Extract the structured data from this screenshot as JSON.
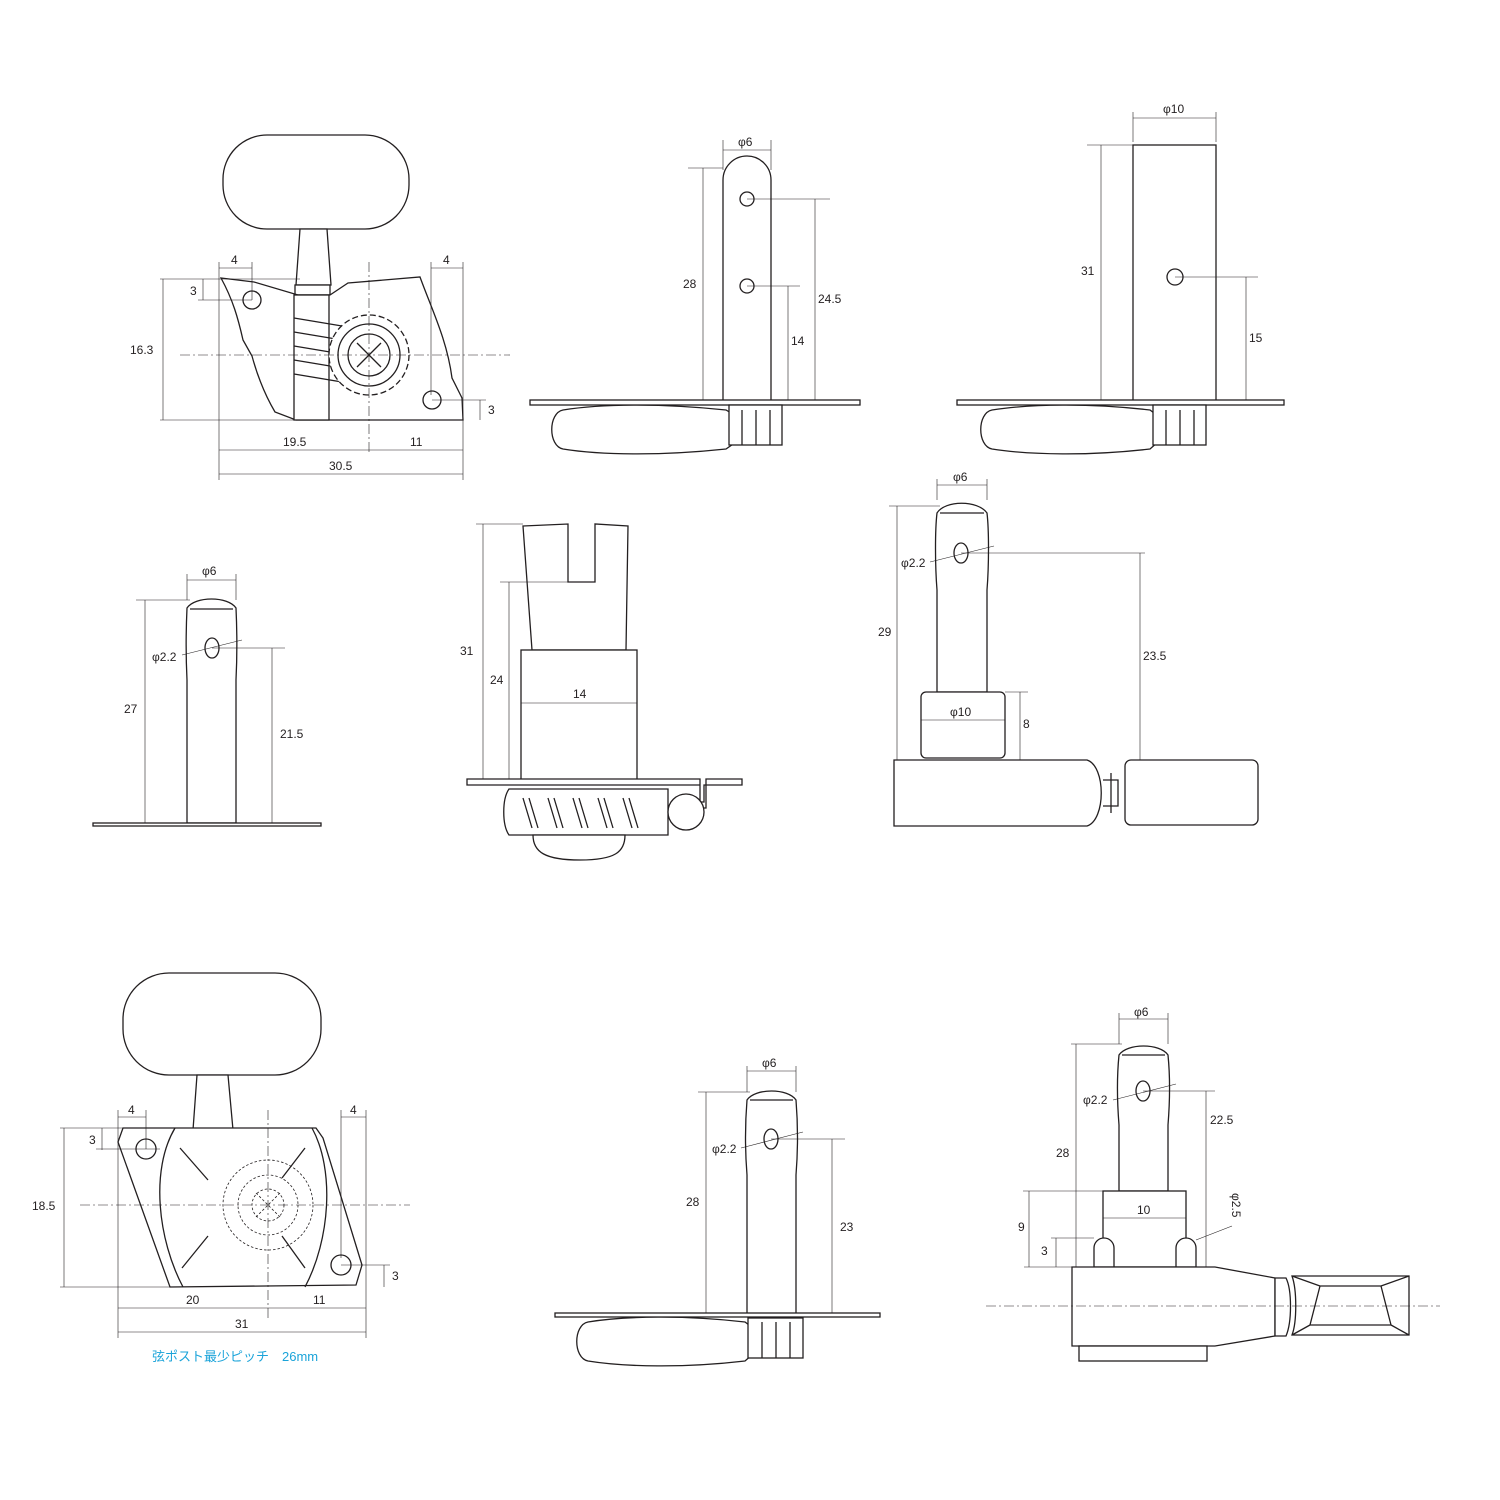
{
  "colors": {
    "line": "#231f20",
    "note": "#1aa3d9",
    "background": "#ffffff"
  },
  "view1": {
    "d_left4": "4",
    "d_right4": "4",
    "d_3a": "3",
    "d_3b": "3",
    "d_height": "16.3",
    "d_19_5": "19.5",
    "d_11": "11",
    "d_30_5": "30.5"
  },
  "view2": {
    "d_phi6": "φ6",
    "d_28": "28",
    "d_24_5": "24.5",
    "d_14": "14"
  },
  "view3": {
    "d_phi10": "φ10",
    "d_31": "31",
    "d_15": "15"
  },
  "view4": {
    "d_phi6": "φ6",
    "d_phi2_2": "φ2.2",
    "d_27": "27",
    "d_21_5": "21.5"
  },
  "view5": {
    "d_31": "31",
    "d_24": "24",
    "d_14": "14"
  },
  "view6": {
    "d_phi6": "φ6",
    "d_phi2_2": "φ2.2",
    "d_29": "29",
    "d_23_5": "23.5",
    "d_phi10": "φ10",
    "d_8": "8"
  },
  "view7": {
    "d_left4": "4",
    "d_right4": "4",
    "d_3a": "3",
    "d_3b": "3",
    "d_height": "18.5",
    "d_20": "20",
    "d_11": "11",
    "d_31": "31",
    "note": "弦ポスト最少ピッチ　26mm"
  },
  "view8": {
    "d_phi6": "φ6",
    "d_phi2_2": "φ2.2",
    "d_28": "28",
    "d_23": "23"
  },
  "view9": {
    "d_phi6": "φ6",
    "d_phi2_2": "φ2.2",
    "d_28": "28",
    "d_22_5": "22.5",
    "d_10": "10",
    "d_9": "9",
    "d_3": "3",
    "d_phi2_5": "φ2.5"
  }
}
